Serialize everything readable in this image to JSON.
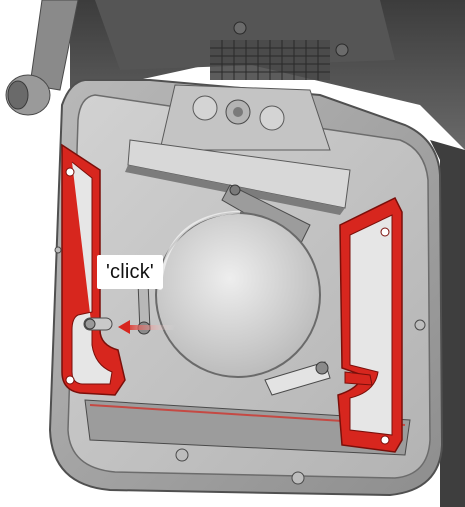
{
  "illustration": {
    "callout_label": "'click'",
    "colors": {
      "highlight_red": "#d7261e",
      "body_dark": "#4a4a4a",
      "body_mid": "#8c8c8c",
      "body_light": "#c9c9c9",
      "lens_grey": "#d6d6d6"
    },
    "parts": [
      "light-fixture-housing",
      "lens-opening",
      "left-shutter-frame",
      "right-shutter-frame",
      "locking-pin",
      "insertion-arrow"
    ]
  }
}
